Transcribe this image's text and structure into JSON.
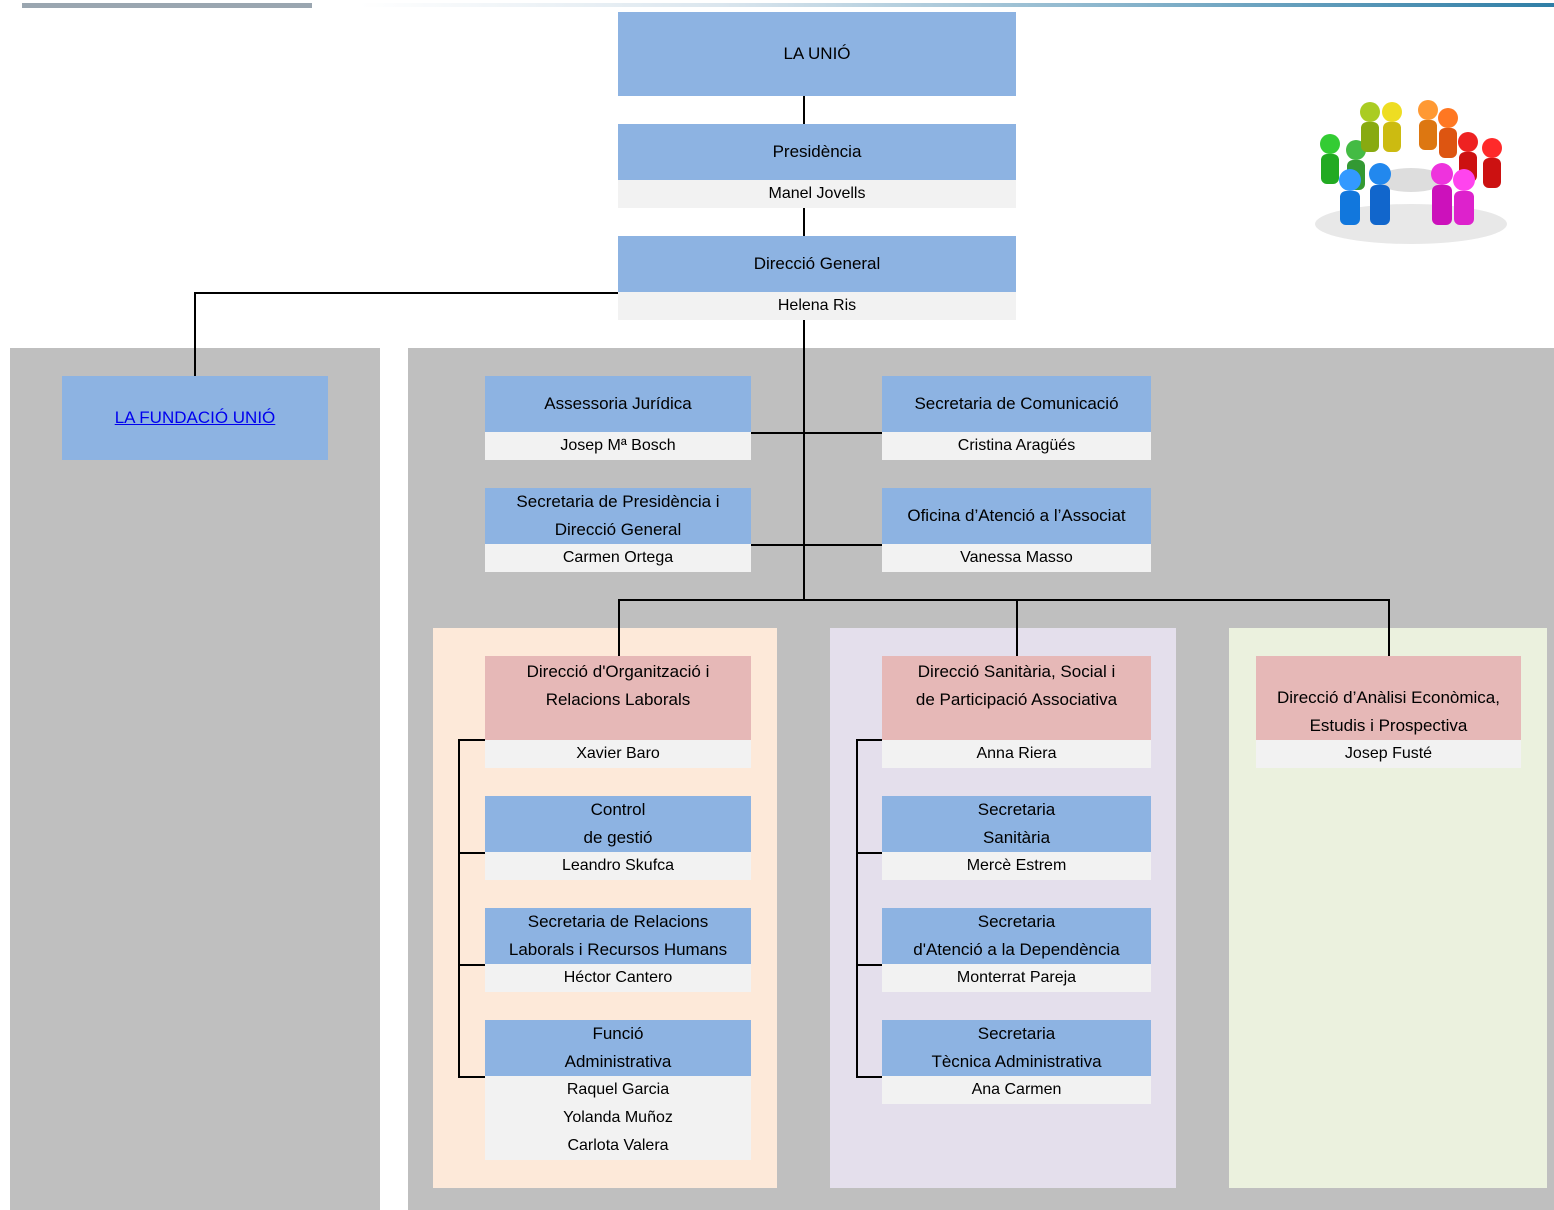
{
  "top": {
    "title": "LA UNIÓ"
  },
  "presidencia": {
    "title": "Presidència",
    "name": "Manel Jovells"
  },
  "direccio_general": {
    "title": "Direcció General",
    "name": "Helena Ris"
  },
  "fundacio": {
    "title": "LA FUNDACIÓ UNIÓ"
  },
  "assessoria": {
    "title": "Assessoria Jurídica",
    "name": "Josep Mª Bosch"
  },
  "comunicacio": {
    "title": "Secretaria de Comunicació",
    "name": "Cristina Aragüés"
  },
  "sec_presidencia": {
    "title": "Secretaria de Presidència i\nDirecció General",
    "name": "Carmen Ortega"
  },
  "oficina": {
    "title": "Oficina d’Atenció a l’Associat",
    "name": "Vanessa Masso"
  },
  "organitzacio": {
    "title": "Direcció d'Organització i\nRelacions Laborals",
    "name": "Xavier Baro",
    "units": [
      {
        "title": "Control\nde gestió",
        "names": [
          "Leandro Skufca"
        ]
      },
      {
        "title": "Secretaria de Relacions\nLaborals i Recursos Humans",
        "names": [
          "Héctor Cantero"
        ]
      },
      {
        "title": "Funció\nAdministrativa",
        "names": [
          "Raquel Garcia",
          "Yolanda Muñoz",
          "Carlota Valera"
        ]
      }
    ]
  },
  "sanitaria": {
    "title": "Direcció Sanitària, Social i\nde Participació Associativa",
    "name": "Anna Riera",
    "units": [
      {
        "title": "Secretaria\nSanitària",
        "names": [
          "Mercè Estrem"
        ]
      },
      {
        "title": "Secretaria\nd'Atenció a la Dependència",
        "names": [
          "Monterrat Pareja"
        ]
      },
      {
        "title": "Secretaria\nTècnica Administrativa",
        "names": [
          "Ana Carmen"
        ]
      }
    ]
  },
  "analisi": {
    "title": "Direcció  d’Anàlisi Econòmica,\nEstudis i Prospectiva",
    "name": "Josep Fusté"
  },
  "colors": {
    "box_blue": "#8db3e2",
    "box_pink": "#e6b8b7",
    "name_bg": "#f2f2f2",
    "panel_gray": "#bfbfbf",
    "panel_peach": "#fde9d9",
    "panel_lavender": "#e4dfec",
    "panel_green": "#ebf1de"
  }
}
